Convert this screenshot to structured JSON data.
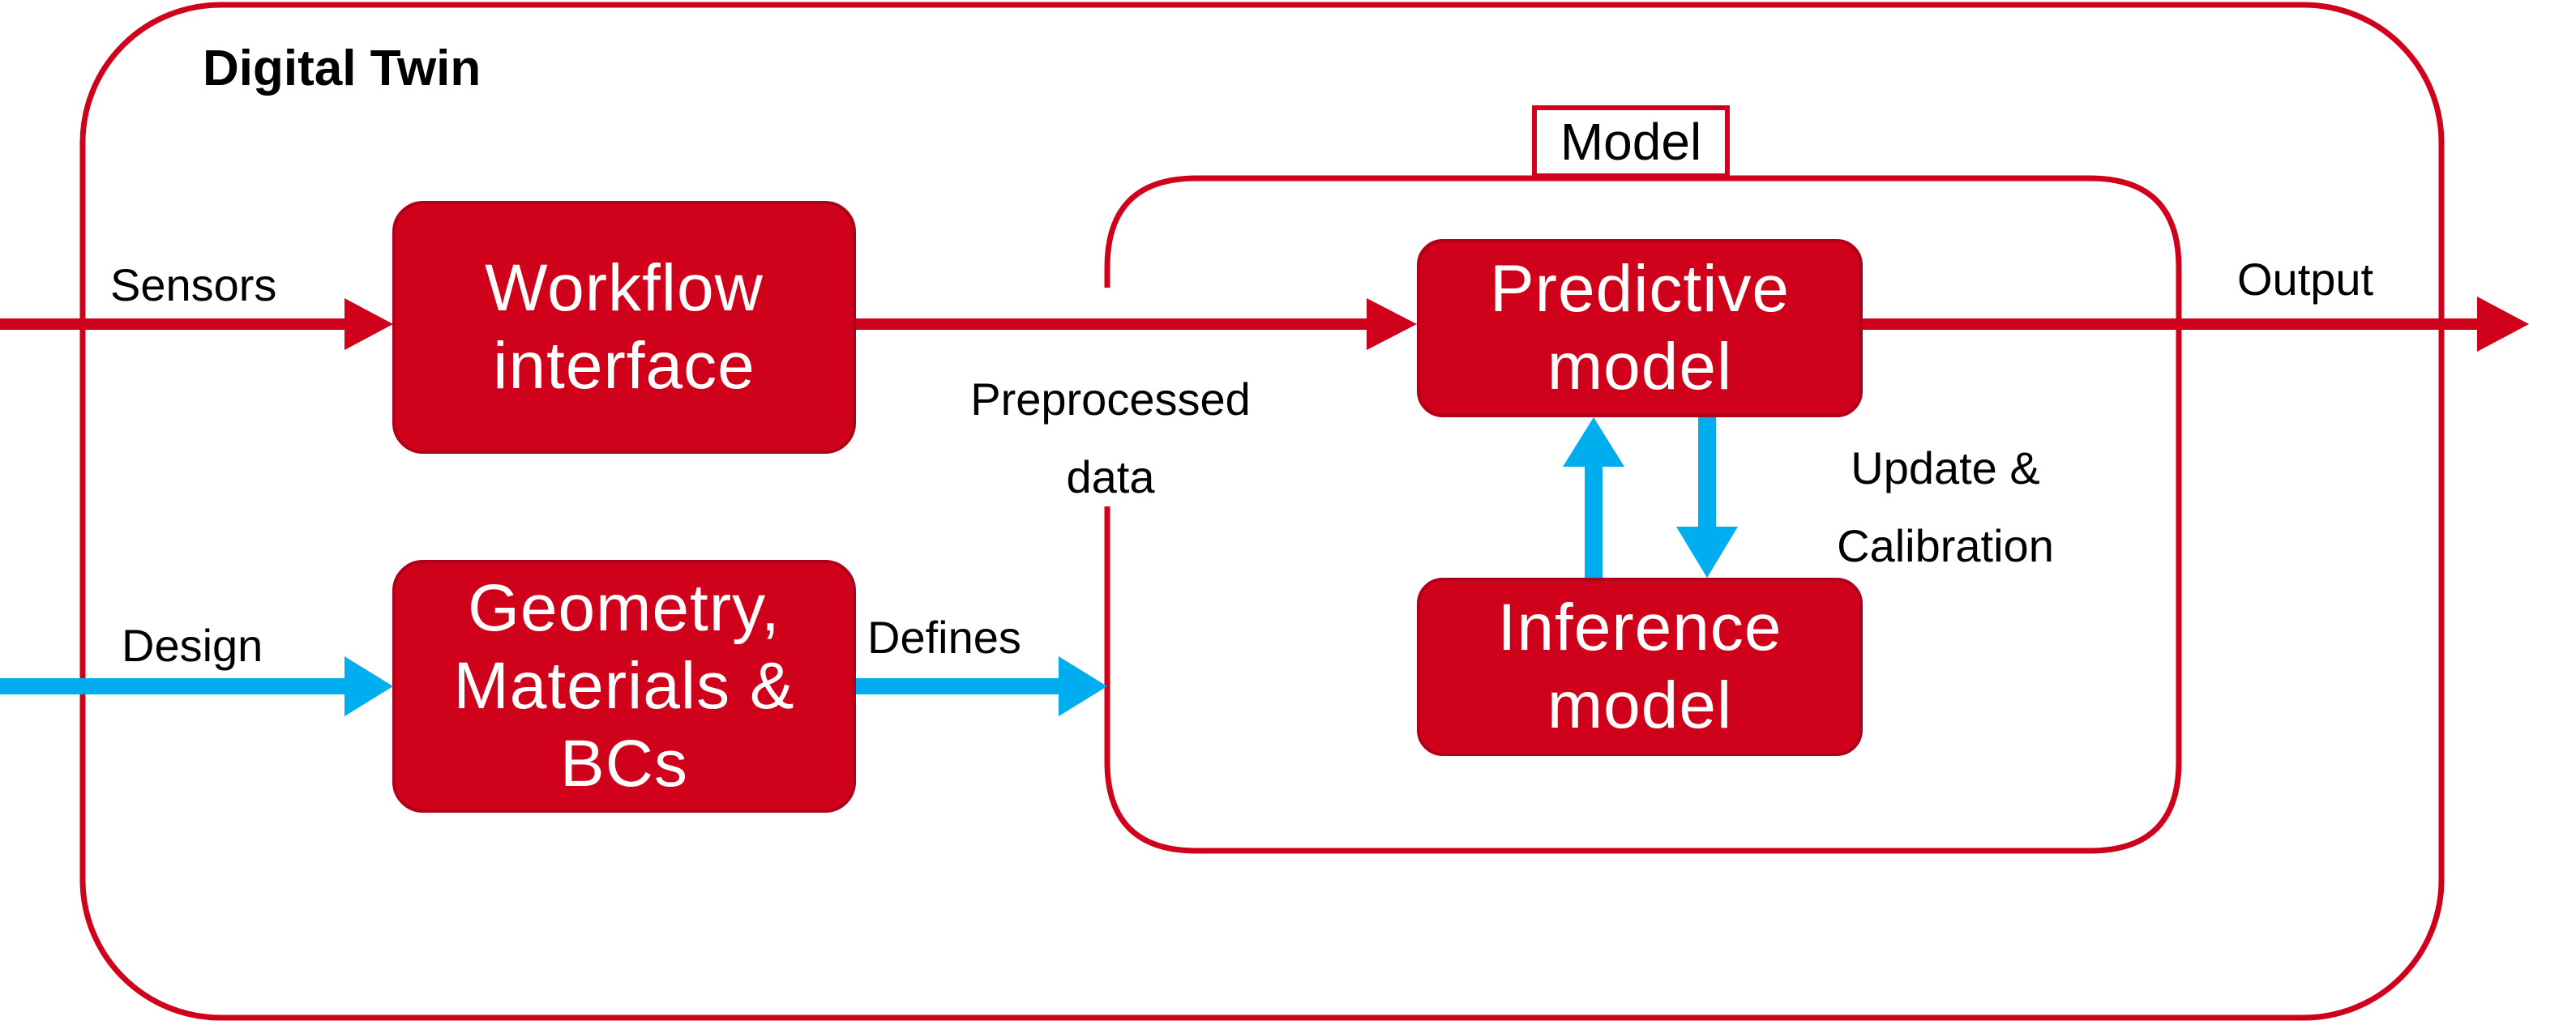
{
  "title": "Digital Twin",
  "colors": {
    "red": "#d0021b",
    "blue": "#00aeef",
    "text": "#000000",
    "block_text": "#ffffff"
  },
  "model_label": "Model",
  "blocks": {
    "workflow_interface": {
      "line1": "Workflow",
      "line2": "interface"
    },
    "geometry": {
      "line1": "Geometry,",
      "line2": "Materials &",
      "line3": "BCs"
    },
    "predictive_model": {
      "line1": "Predictive",
      "line2": "model"
    },
    "inference_model": {
      "line1": "Inference",
      "line2": "model"
    }
  },
  "labels": {
    "sensors": "Sensors",
    "design": "Design",
    "defines": "Defines",
    "preprocessed_line1": "Preprocessed",
    "preprocessed_line2": "data",
    "output": "Output",
    "update_line1": "Update &",
    "update_line2": "Calibration"
  }
}
